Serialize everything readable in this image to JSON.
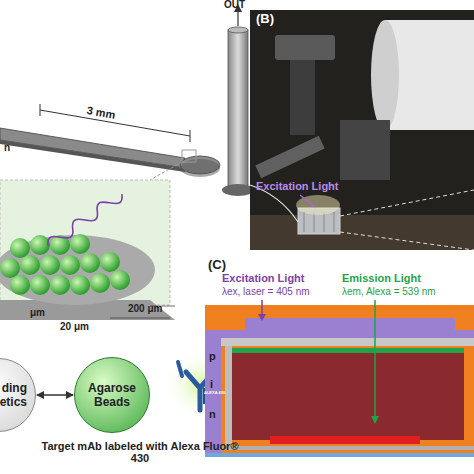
{
  "diagram": {
    "nodes": [
      {
        "text": [
          "ding",
          "etics"
        ]
      },
      {
        "text": [
          "Agarose Beads"
        ]
      }
    ],
    "edges": [
      {
        "from": 0,
        "to": 1,
        "arrow": "both"
      }
    ],
    "labels": [
      "3 mm",
      "OUT",
      "n",
      "μm",
      "200 μm",
      "20 μm",
      "ALEXA 430",
      "Target mAb labeled with Alexa Fluor® 430",
      "(B)",
      "Excitation Light",
      "(C)",
      "Excitation Light",
      "λex, laser = 405 nm",
      "Emission Light",
      "λem, Alexa = 539 nm",
      "p",
      "i",
      "n"
    ]
  }
}
